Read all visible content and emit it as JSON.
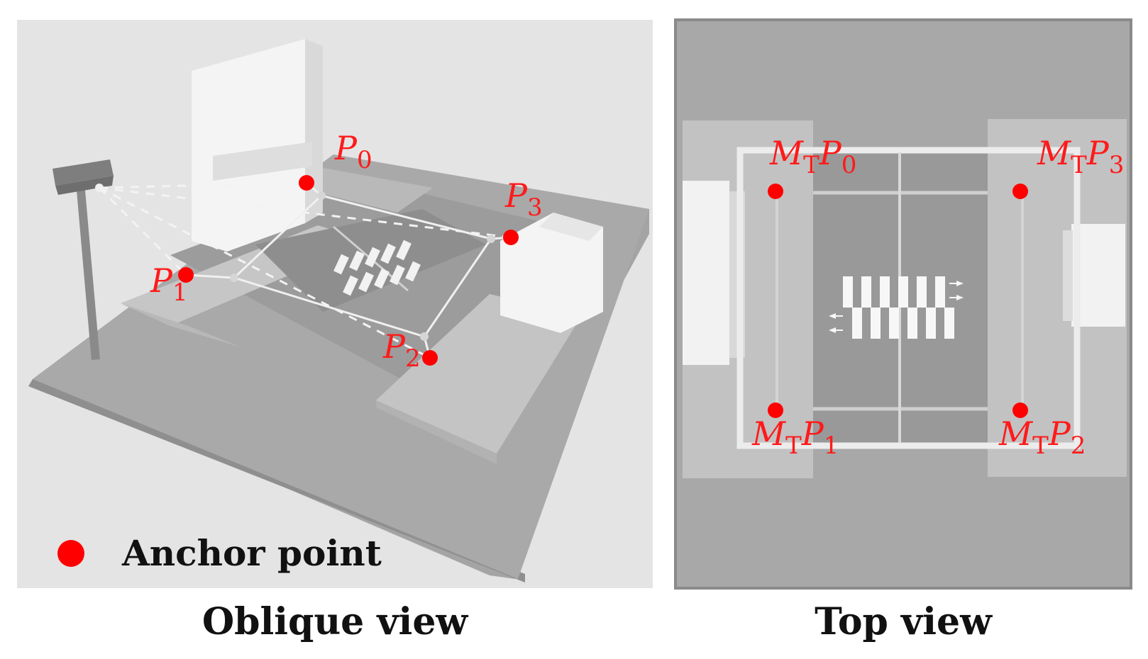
{
  "panels": {
    "oblique": {
      "caption": "Oblique view",
      "legend": {
        "label": "Anchor point",
        "color": "#ff0000"
      },
      "anchors": [
        {
          "base": "P",
          "sub": "0"
        },
        {
          "base": "P",
          "sub": "1"
        },
        {
          "base": "P",
          "sub": "2"
        },
        {
          "base": "P",
          "sub": "3"
        }
      ]
    },
    "top": {
      "caption": "Top view",
      "anchors": [
        {
          "mbase": "M",
          "msub": "T",
          "base": "P",
          "sub": "0"
        },
        {
          "mbase": "M",
          "msub": "T",
          "base": "P",
          "sub": "1"
        },
        {
          "mbase": "M",
          "msub": "T",
          "base": "P",
          "sub": "2"
        },
        {
          "mbase": "M",
          "msub": "T",
          "base": "P",
          "sub": "3"
        }
      ]
    }
  },
  "colors": {
    "anchor": "#ff0000",
    "label": "#ff1a1a"
  }
}
